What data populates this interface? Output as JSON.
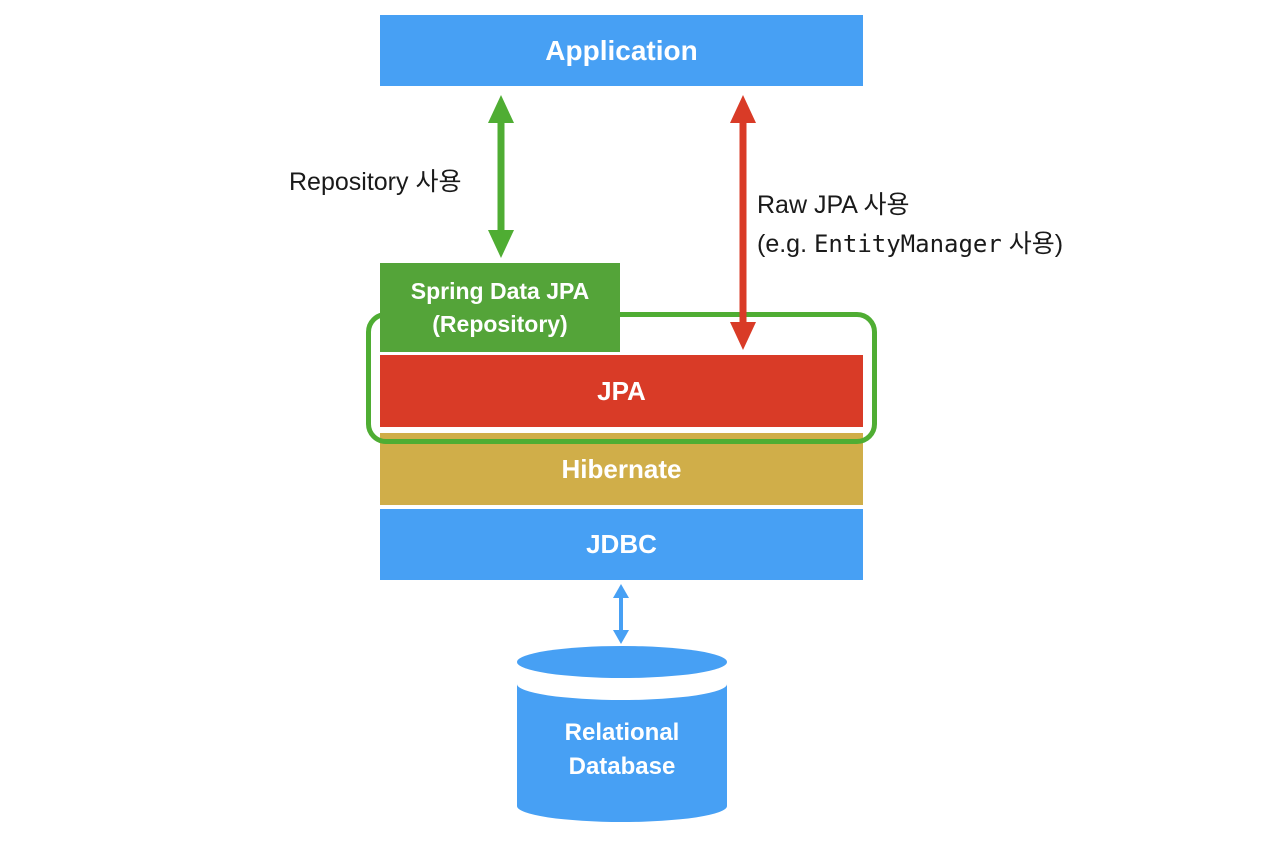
{
  "diagram": {
    "title": "Spring Data JPA architecture diagram",
    "colors": {
      "blue": "#47A0F4",
      "green_box": "#54A439",
      "green_outline": "#4FAD33",
      "green_arrow": "#4FAD33",
      "red_box": "#D93B27",
      "red_arrow": "#D93B27",
      "gold": "#D0AE49",
      "label_text": "#1a1a1a",
      "box_text": "#ffffff"
    },
    "boxes": {
      "application": "Application",
      "spring_data_jpa_line1": "Spring Data JPA",
      "spring_data_jpa_line2": "(Repository)",
      "jpa": "JPA",
      "hibernate": "Hibernate",
      "jdbc": "JDBC",
      "database_line1": "Relational",
      "database_line2": "Database"
    },
    "labels": {
      "repository_usage": "Repository 사용",
      "raw_jpa_line1": "Raw JPA 사용",
      "raw_jpa_line2_prefix": "(e.g. ",
      "raw_jpa_line2_code": "EntityManager",
      "raw_jpa_line2_suffix": " 사용)"
    },
    "arrows": {
      "repository_arrow": "bidirectional green arrow: Application ↔ Spring Data JPA",
      "raw_jpa_arrow": "bidirectional red arrow: Application ↔ JPA",
      "jdbc_db_arrow": "bidirectional blue arrow: JDBC ↔ Relational Database"
    }
  }
}
